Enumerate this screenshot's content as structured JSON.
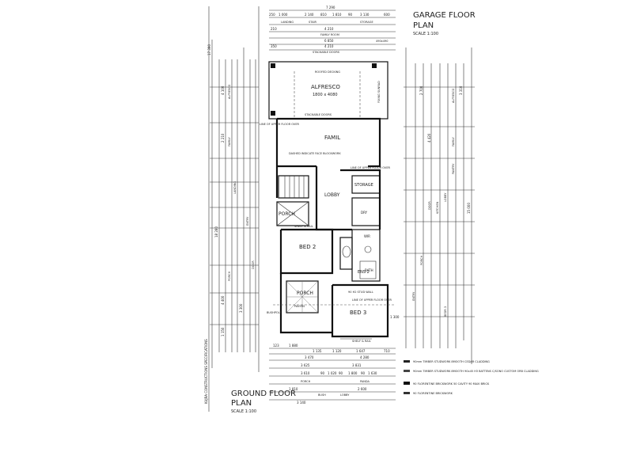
{
  "titles": {
    "garage_title": "GARAGE FLOOR PLAN",
    "garage_title_line1": "GARAGE FLOOR",
    "garage_title_line2": "PLAN",
    "garage_scale": "SCALE 1:100",
    "ground_title_line1": "GROUND FLOOR",
    "ground_title_line2": "PLAN",
    "ground_scale": "SCALE 1:100"
  },
  "rooms": {
    "alfresco": "ALFRESCO",
    "alfresco_dims": "1800 x 4080",
    "famil": "FAMIL",
    "lobby": "LOBBY",
    "storage": "STORAGE",
    "porch_upper": "PORCH",
    "bed2": "BED 2",
    "porch_lower": "PORCH",
    "ens": "ENS 2",
    "bed3": "BED 3",
    "wir": "WIR",
    "bath": "BATH",
    "dry": "DRY"
  },
  "notes": {
    "roofed_decking": "ROOFED DECKING",
    "stackable_doors": "STACKABLE DOORS",
    "line_upper": "LINE OF UPPER FLOOR OVER",
    "line_upper_2": "LINE OF UPPER FLOOR OVER",
    "line_upper_3": "LINE OF UPPER FLOOR OVER",
    "dashed_indicate": "DASHED INDICATE FACE BLOCKWORK",
    "shelf_rail": "SHELF & RAIL",
    "shelf_rail_2": "SHELF & RAIL",
    "stud_wall": "90 H2 STUD WALL",
    "bushpole": "BUSHPOLE",
    "ply_pavers": "PAVERS",
    "fixing_nibs": "FIXING SUNRAD"
  },
  "dims_top": [
    "7 290",
    "1 000",
    "2 140",
    "810",
    "1 810",
    "90",
    "3 130",
    "600",
    "250",
    "LANDING",
    "STAIR",
    "STORAGE",
    "210",
    "4 210",
    "FAMILY ROOM",
    "6 850",
    "490x490",
    "4 210",
    "STACKABLE DOORS",
    "350"
  ],
  "dims_bottom": [
    "123",
    "1 880",
    "1 135",
    "1 120",
    "1 647",
    "710",
    "3 470",
    "4 280",
    "3 625",
    "3 831",
    "3 610",
    "90",
    "1 020",
    "90",
    "1 800",
    "90",
    "1 630",
    "1 810",
    "2 600",
    "PORCH",
    "PANDA",
    "3 140",
    "BUSH",
    "LOBBY"
  ],
  "dims_left": [
    "17 390",
    "18 280",
    "4 100",
    "4 400",
    "1 150",
    "3 300",
    "2 210",
    "PORCH",
    "FAMILY",
    "ALFRESCO",
    "LANDING",
    "ENTRY",
    "DOOR"
  ],
  "dims_right": [
    "15 000",
    "2 700",
    "3 310",
    "4 420",
    "ALFRESCO",
    "FAMILY",
    "PANTRY",
    "LOBBY",
    "KITCHEN",
    "DOOR",
    "PORCH",
    "BEDR 3",
    "ENTRY",
    "1 300"
  ],
  "legend": [
    {
      "label": "90mm TIMBER STUDWORK 8MOOTH CEDAR CLADDING"
    },
    {
      "label": "90mm TIMBER STUDWORK 8MOOTH 90x45 H3 BATTENS C/SONO CUSTOM ORB CLADDING"
    },
    {
      "label": "90 FLORENTINE BRICKWORK 50 CAVITY 90 MAXI BRICK"
    },
    {
      "label": "90 FLORENTINE BRICKWORK"
    }
  ],
  "side_note": "KUJRA CONSTRUCTIONS SPECIFICATIONS"
}
